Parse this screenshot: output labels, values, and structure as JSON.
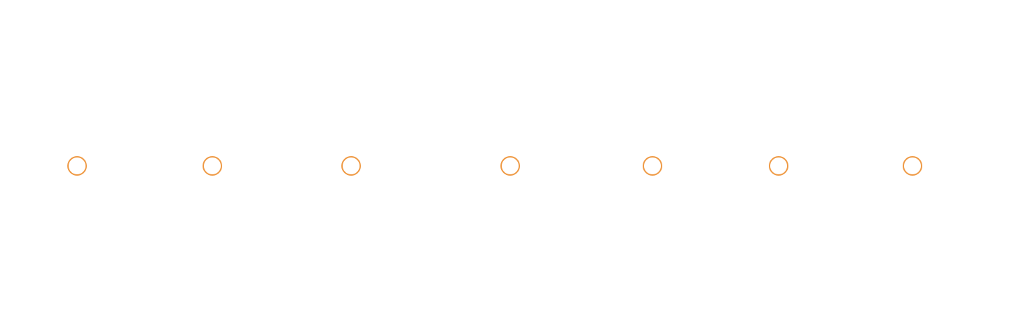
{
  "rings": {
    "count": 7,
    "stroke_color": "#ef9a45",
    "fill": "none",
    "shape": "ring"
  },
  "colors": {
    "background": "#ffffff",
    "accent": "#ef9a45"
  }
}
